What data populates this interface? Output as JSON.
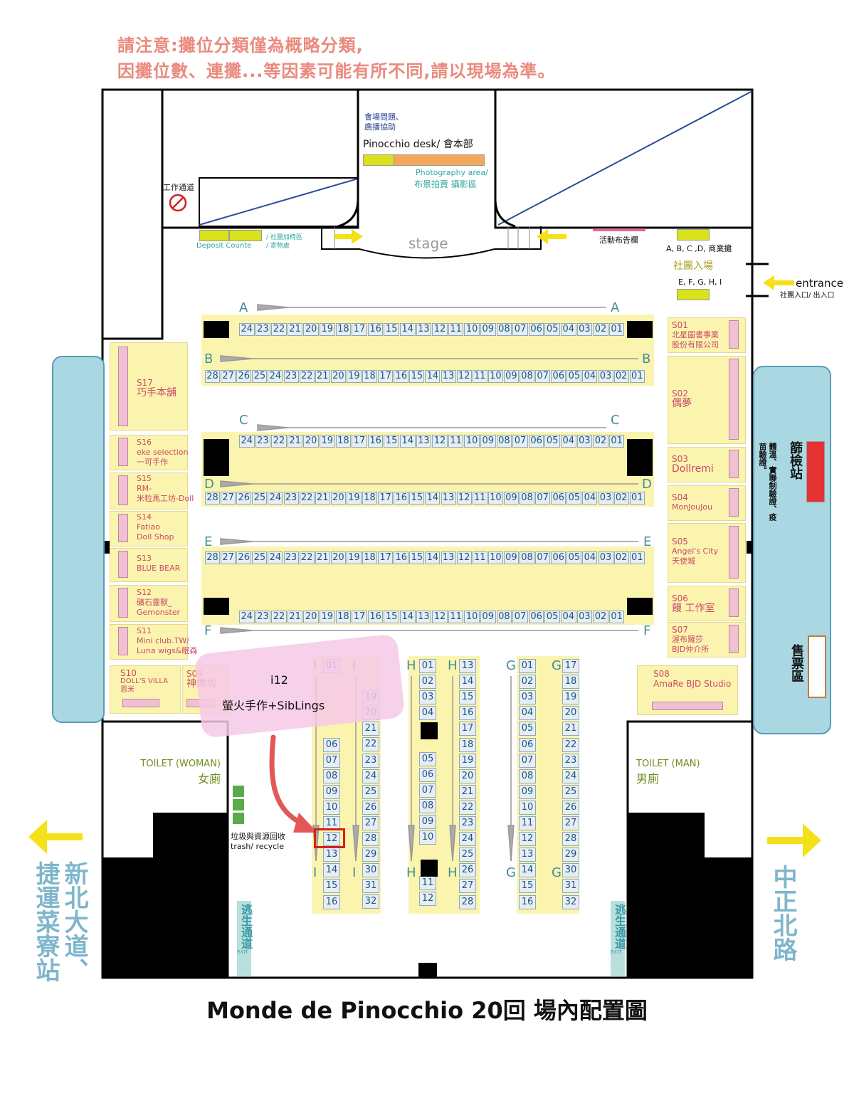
{
  "notice": [
    "請注意:攤位分類僅為概略分類,",
    "因攤位數、連攤...等因素可能有所不同,請以現場為準。"
  ],
  "title": "Monde de Pinocchio 20回 場內配置圖",
  "desk": {
    "help": "會場問題、",
    "help2": "廣播協助",
    "label": "Pinocchio desk/ 會本部",
    "photo_en": "Photography area/",
    "photo_zh": "布景拍賣 攝影區"
  },
  "work_channel": "工作通道",
  "deposit": {
    "en": "Deposit Counte",
    "zh1": "/ 社團加椅區",
    "zh2": "/ 寄物處"
  },
  "stage": "stage",
  "board": "活動布告欄",
  "commercial": "A, B, C ,D, 商業攤",
  "club_entry": "社團入場",
  "efghi": "E, F, G, H, I",
  "entrance": {
    "en": "entrance",
    "zh": "社團入口/ 出入口"
  },
  "screening": {
    "title": "篩檢站",
    "notes": [
      "體溫、",
      "實聯制驗證、",
      "疫苗驗證。"
    ]
  },
  "ticket": "售票區",
  "toilet_w": {
    "en": "TOILET (WOMAN)",
    "zh": "女廁"
  },
  "toilet_m": {
    "en": "TOILET (MAN)",
    "zh": "男廁"
  },
  "trash": {
    "zh": "垃圾與資源回收",
    "en": "trash/ recycle"
  },
  "exit": {
    "zh": "逃生通道",
    "en": "EXIT"
  },
  "road_left": [
    "新北大道、",
    "捷運菜寮站"
  ],
  "road_right": "中正北路",
  "highlight": {
    "id": "i12",
    "name": "螢火手作+SibLings"
  },
  "row_letters": [
    "A",
    "B",
    "C",
    "D",
    "E",
    "F"
  ],
  "rows": {
    "A": [
      "24",
      "23",
      "22",
      "21",
      "20",
      "19",
      "18",
      "17",
      "16",
      "15",
      "14",
      "13",
      "12",
      "11",
      "10",
      "09",
      "08",
      "07",
      "06",
      "05",
      "04",
      "03",
      "02",
      "01"
    ],
    "B": [
      "28",
      "27",
      "26",
      "25",
      "24",
      "23",
      "22",
      "21",
      "20",
      "19",
      "18",
      "17",
      "16",
      "15",
      "14",
      "13",
      "12",
      "11",
      "10",
      "09",
      "08",
      "07",
      "06",
      "05",
      "04",
      "03",
      "02",
      "01"
    ],
    "C": [
      "24",
      "23",
      "22",
      "21",
      "20",
      "19",
      "18",
      "17",
      "16",
      "15",
      "14",
      "13",
      "12",
      "11",
      "10",
      "09",
      "08",
      "07",
      "06",
      "05",
      "04",
      "03",
      "02",
      "01"
    ],
    "D": [
      "28",
      "27",
      "26",
      "25",
      "24",
      "23",
      "22",
      "21",
      "20",
      "19",
      "18",
      "17",
      "16",
      "15",
      "14",
      "13",
      "12",
      "11",
      "10",
      "09",
      "08",
      "07",
      "06",
      "05",
      "04",
      "03",
      "02",
      "01"
    ],
    "E": [
      "28",
      "27",
      "26",
      "25",
      "24",
      "23",
      "22",
      "21",
      "20",
      "19",
      "18",
      "17",
      "16",
      "15",
      "14",
      "13",
      "12",
      "11",
      "10",
      "09",
      "08",
      "07",
      "06",
      "05",
      "04",
      "03",
      "02",
      "01"
    ],
    "F": [
      "24",
      "23",
      "22",
      "21",
      "20",
      "19",
      "18",
      "17",
      "16",
      "15",
      "14",
      "13",
      "12",
      "11",
      "10",
      "09",
      "08",
      "07",
      "06",
      "05",
      "04",
      "03",
      "02",
      "01"
    ]
  },
  "columns": {
    "I_left": [
      "01",
      "",
      "",
      "",
      "",
      "06",
      "07",
      "08",
      "09",
      "10",
      "11",
      "12",
      "13",
      "14",
      "15",
      "16"
    ],
    "I_right": [
      "",
      "19",
      "20",
      "21",
      "22",
      "23",
      "24",
      "25",
      "26",
      "27",
      "28",
      "29",
      "30",
      "31",
      "32"
    ],
    "H_left": [
      "01",
      "02",
      "03",
      "04",
      "05",
      "06",
      "07",
      "08",
      "09",
      "10",
      "11",
      "12"
    ],
    "H_right": [
      "13",
      "14",
      "15",
      "16",
      "17",
      "18",
      "19",
      "20",
      "21",
      "22",
      "23",
      "24",
      "25",
      "26",
      "27",
      "28"
    ],
    "G_left": [
      "01",
      "02",
      "03",
      "04",
      "05",
      "06",
      "07",
      "08",
      "09",
      "10",
      "11",
      "12",
      "13",
      "14",
      "15",
      "16"
    ],
    "G_right": [
      "17",
      "18",
      "19",
      "20",
      "21",
      "22",
      "23",
      "24",
      "25",
      "26",
      "27",
      "28",
      "29",
      "30",
      "31",
      "32"
    ]
  },
  "special_left": [
    {
      "id": "S17",
      "name": "巧手本舖"
    },
    {
      "id": "S16",
      "name": "eke selection",
      "name2": "一可手作"
    },
    {
      "id": "S15",
      "name": "RM-",
      "name2": "米粒馬工坊-Doll"
    },
    {
      "id": "S14",
      "name": "Fatiao",
      "name2": "Doll Shop"
    },
    {
      "id": "S13",
      "name": "BLUE BEAR"
    },
    {
      "id": "S12",
      "name": "礦石靈獸_",
      "name2": "Gemonster"
    },
    {
      "id": "S11",
      "name": "Mini club.TW/",
      "name2": "Luna wigs&眠森"
    }
  ],
  "special_bottom": [
    {
      "id": "S10",
      "name": "DOLL'S VILLA",
      "name2": "恩米"
    },
    {
      "id": "S09",
      "name": "神樂坊"
    },
    {
      "id": "S08",
      "name": "AmaRe BJD Studio"
    }
  ],
  "special_right": [
    {
      "id": "S01",
      "name": "北星圖書事業",
      "name2": "股份有限公司"
    },
    {
      "id": "S02",
      "name": "偶夢"
    },
    {
      "id": "S03",
      "name": "Dollremi"
    },
    {
      "id": "S04",
      "name": "MonJouJou"
    },
    {
      "id": "S05",
      "name": "Angel's City",
      "name2": "天使城"
    },
    {
      "id": "S06",
      "name": "饅 工作室"
    },
    {
      "id": "S07",
      "name": "渥布羅莎",
      "name2": "BJD仲介所"
    }
  ],
  "colors": {
    "notice": "#ea8a7e",
    "booth": "#fbf4ae",
    "pink": "#f3c0d3",
    "wall": "#000000",
    "pill": "#a9d8e3",
    "arrow": "#f5e11a",
    "highlight": "#d32020"
  }
}
